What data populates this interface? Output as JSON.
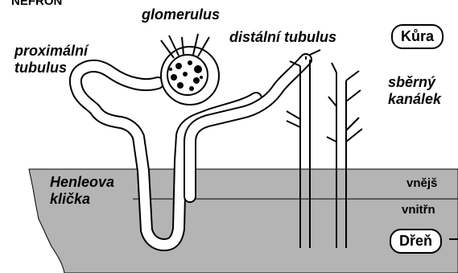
{
  "title": "NEFRON",
  "labels": {
    "glomerulus": "glomerulus",
    "proximal_line1": "proximální",
    "proximal_line2": "tubulus",
    "distal": "distální tubulus",
    "collecting_line1": "sběrný",
    "collecting_line2": "kanálek",
    "henle_line1": "Henleova",
    "henle_line2": "klička",
    "outer": "vnějš",
    "inner": "vnitřn"
  },
  "regions": {
    "cortex": "Kůra",
    "medulla": "Dřeň"
  },
  "colors": {
    "medulla_fill": "#b4b4b4",
    "stroke": "#000000",
    "background": "#ffffff"
  }
}
